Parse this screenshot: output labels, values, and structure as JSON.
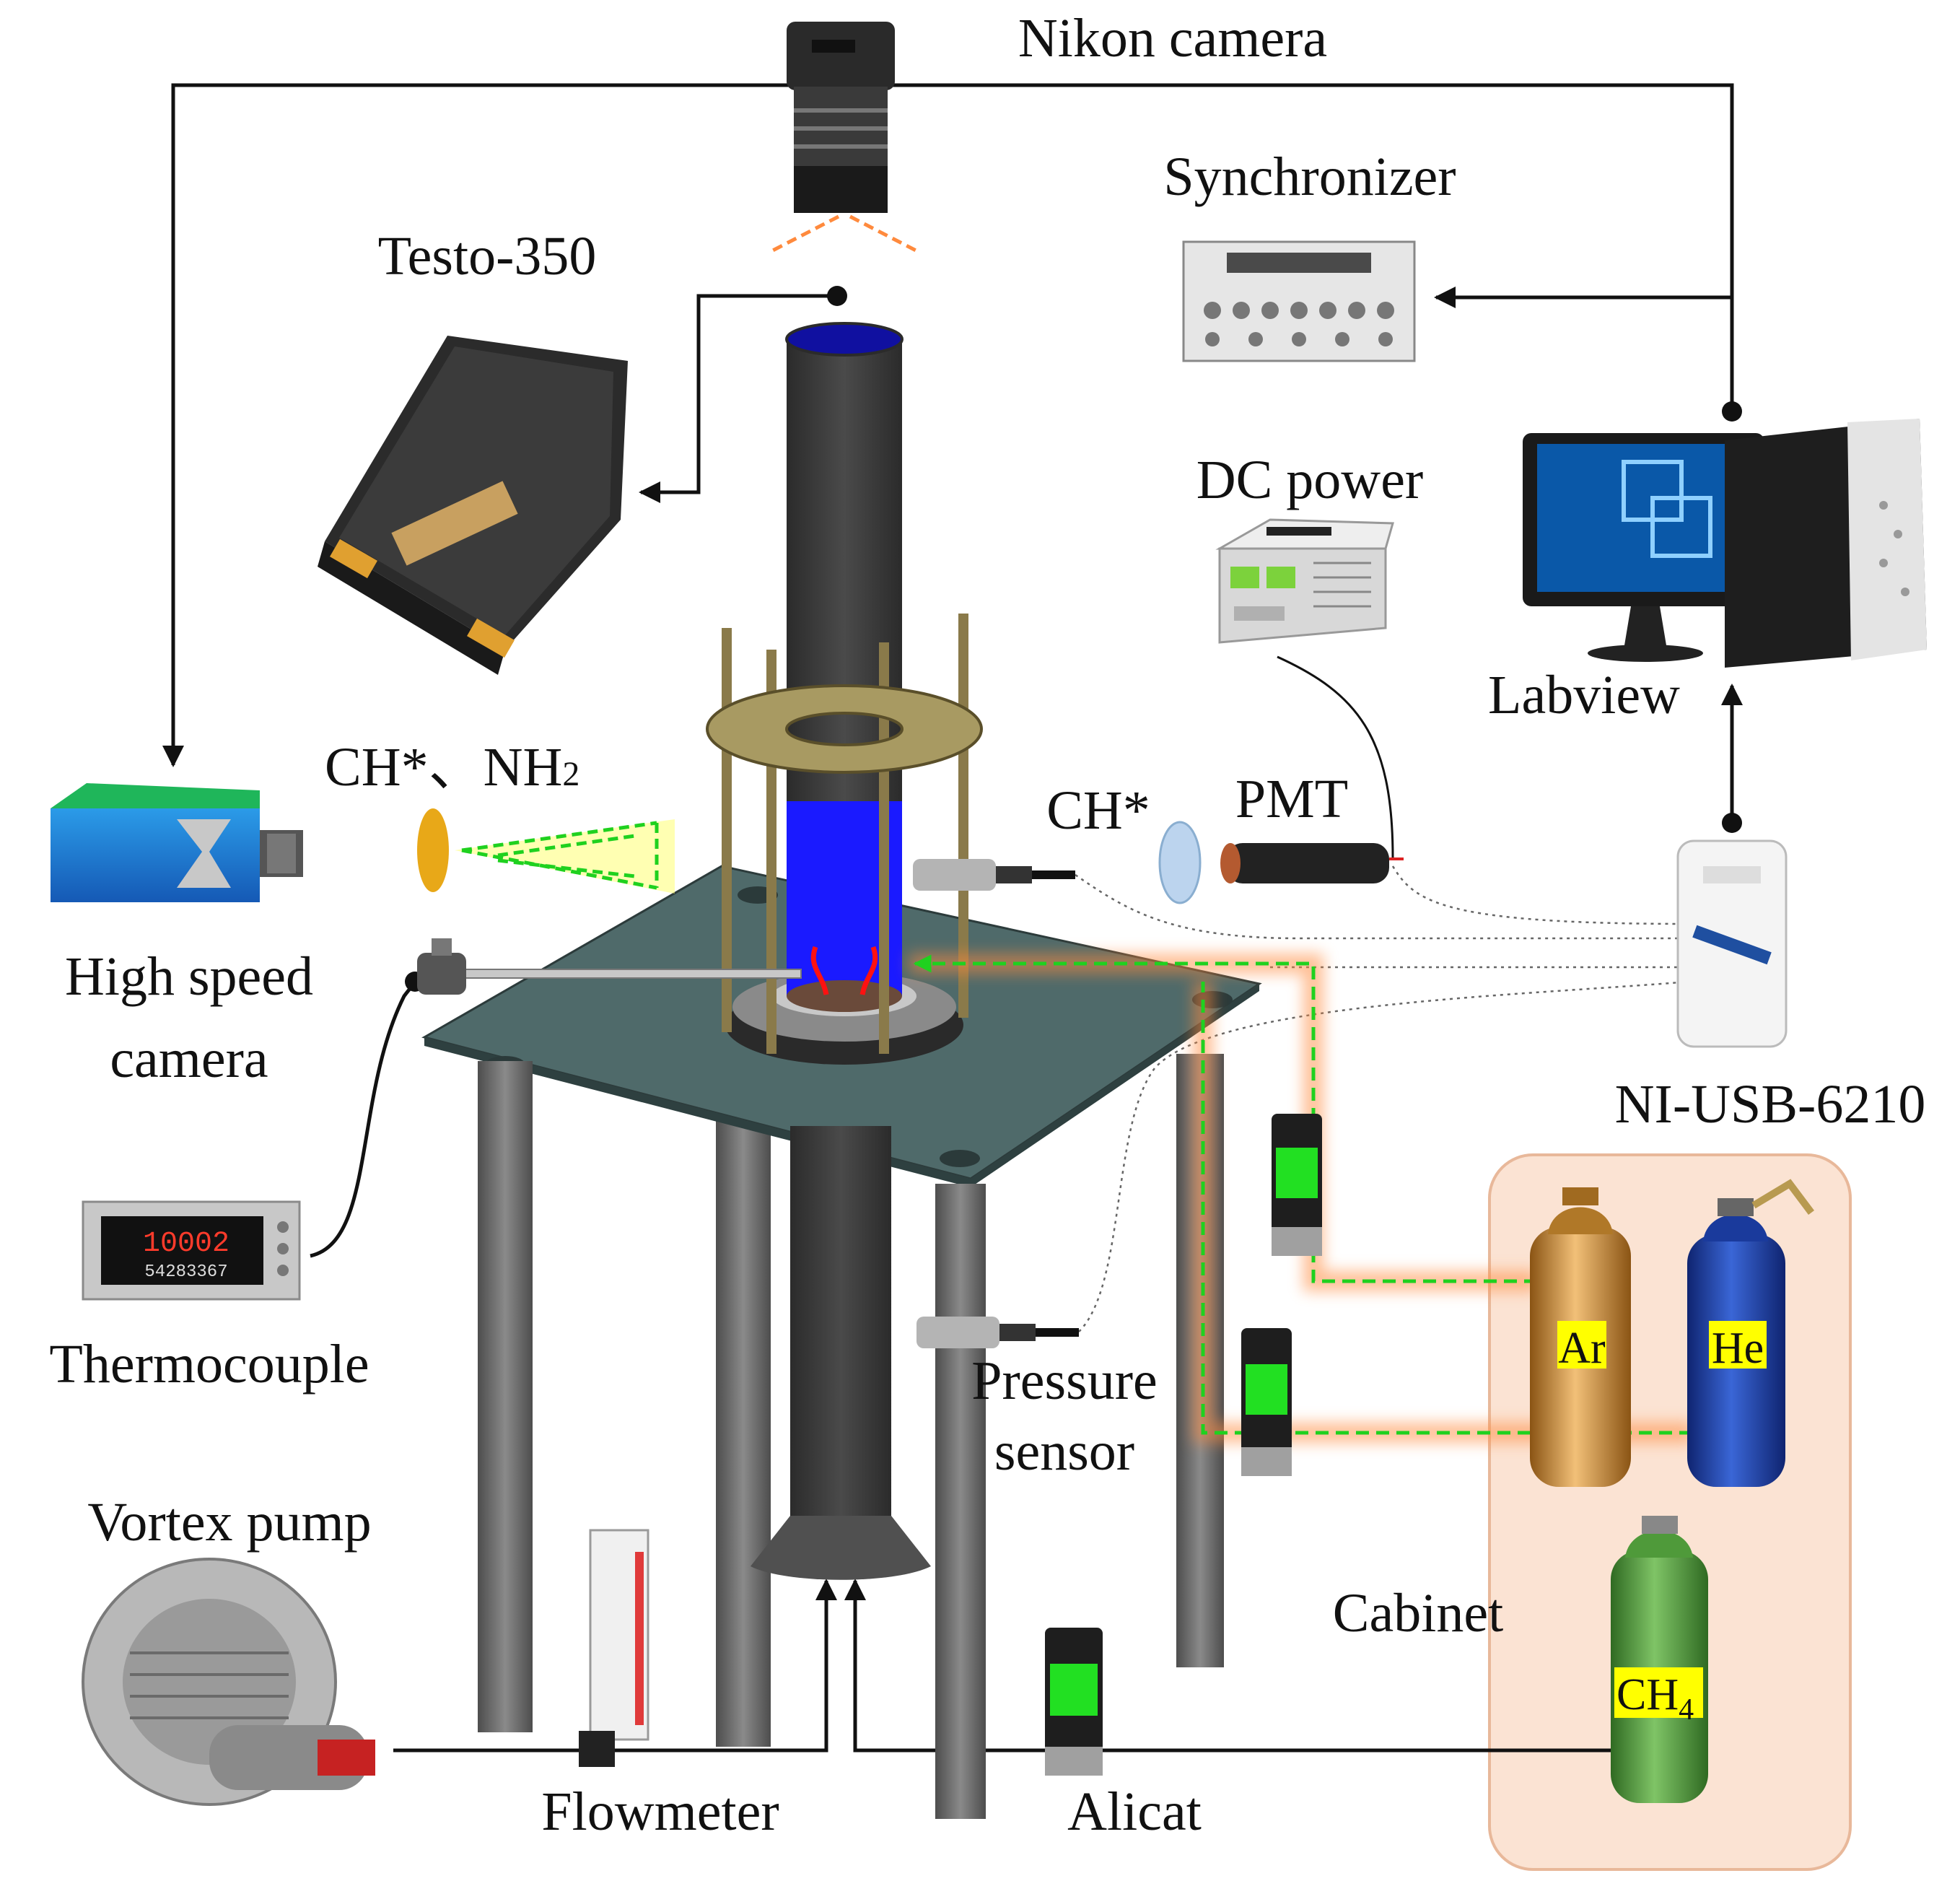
{
  "labels": {
    "nikon_camera": "Nikon camera",
    "synchronizer": "Synchronizer",
    "testo": "Testo-350",
    "dc_power": "DC power",
    "labview": "Labview",
    "emission": "CH*、NH",
    "emission_sub": "2",
    "ch_star": "CH*",
    "pmt": "PMT",
    "high_speed_line1": "High speed",
    "high_speed_line2": "camera",
    "ni_usb": "NI-USB-6210",
    "thermocouple": "Thermocouple",
    "pressure_line1": "Pressure",
    "pressure_line2": "sensor",
    "vortex_pump": "Vortex pump",
    "flowmeter": "Flowmeter",
    "alicat": "Alicat",
    "cabinet": "Cabinet",
    "gas_ar": "Ar",
    "gas_he": "He",
    "gas_ch4": "CH",
    "gas_ch4_sub": "4"
  },
  "displays": {
    "thermo_top": "10002",
    "thermo_bottom": "54283367"
  },
  "colors": {
    "tube": "#3b3b3b",
    "flame_tube": "#1a1aff",
    "plate": "#4f6a6a",
    "gas_line": "#1fd11f",
    "glow": "#ff8a3d",
    "cabinet": "#fbe3d3",
    "ar_bottle": "#c8862b",
    "he_bottle": "#1a3a9c",
    "ch4_bottle": "#4f9a3a",
    "gas_label_bg": "#ffff00"
  }
}
